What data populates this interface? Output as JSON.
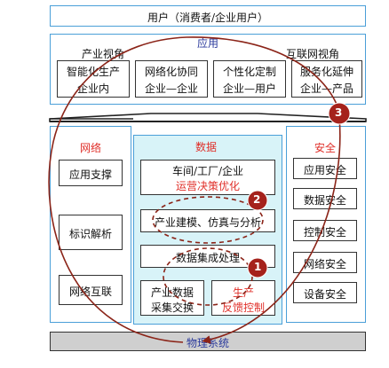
{
  "top_bar": {
    "label": "用户（消费者/企业用户）"
  },
  "application": {
    "title": "应用",
    "left_view": "产业视角",
    "right_view": "互联网视角",
    "boxes": [
      {
        "line1": "智能化生产",
        "line2": "企业内"
      },
      {
        "line1": "网络化协同",
        "line2": "企业—企业"
      },
      {
        "line1": "个性化定制",
        "line2": "企业—用户"
      },
      {
        "line1": "服务化延伸",
        "line2": "企业—产品"
      }
    ]
  },
  "network": {
    "title": "网络",
    "items": [
      "应用支撑",
      "标识解析",
      "网络互联"
    ]
  },
  "data": {
    "title": "数据",
    "top_box": {
      "line1": "车间/工厂/企业",
      "line2": "运营决策优化"
    },
    "middle_box": "产业建模、仿真与分析",
    "integration_box": "数据集成处理",
    "bottom_left": {
      "line1": "产业数据",
      "line2": "采集交换"
    },
    "bottom_right": {
      "line1": "生产",
      "line2": "反馈控制"
    }
  },
  "security": {
    "title": "安全",
    "items": [
      "应用安全",
      "数据安全",
      "控制安全",
      "网络安全",
      "设备安全"
    ]
  },
  "physical": {
    "label": "物理系统"
  },
  "loops": [
    "1",
    "2",
    "3"
  ],
  "colors": {
    "blue_border": "#4a9fd8",
    "light_cyan": "#d8f3f8",
    "red_text": "#e0302a",
    "blue_text": "#2b3a9c",
    "loop_circle": "#a5221c",
    "arrow_dark_red": "#8b2418",
    "gray_bar": "#cfcfcf"
  }
}
